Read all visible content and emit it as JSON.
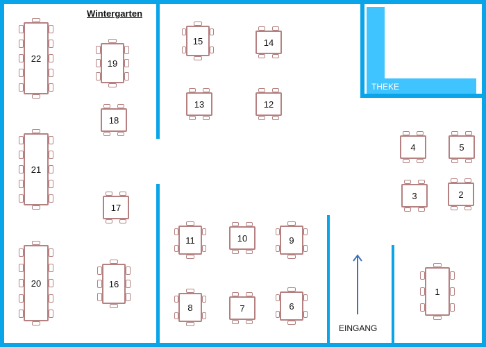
{
  "room_labels": {
    "wintergarten": "Wintergarten",
    "theke": "THEKE",
    "eingang": "EINGANG"
  },
  "tables": [
    {
      "number": "1"
    },
    {
      "number": "2"
    },
    {
      "number": "3"
    },
    {
      "number": "4"
    },
    {
      "number": "5"
    },
    {
      "number": "6"
    },
    {
      "number": "7"
    },
    {
      "number": "8"
    },
    {
      "number": "9"
    },
    {
      "number": "10"
    },
    {
      "number": "11"
    },
    {
      "number": "12"
    },
    {
      "number": "13"
    },
    {
      "number": "14"
    },
    {
      "number": "15"
    },
    {
      "number": "16"
    },
    {
      "number": "17"
    },
    {
      "number": "18"
    },
    {
      "number": "19"
    },
    {
      "number": "20"
    },
    {
      "number": "21"
    },
    {
      "number": "22"
    }
  ],
  "colors": {
    "wall": "#0aa5e8",
    "bar_counter": "#40c4ff",
    "furniture_outline": "#b58080",
    "arrow": "#3f72b8"
  }
}
